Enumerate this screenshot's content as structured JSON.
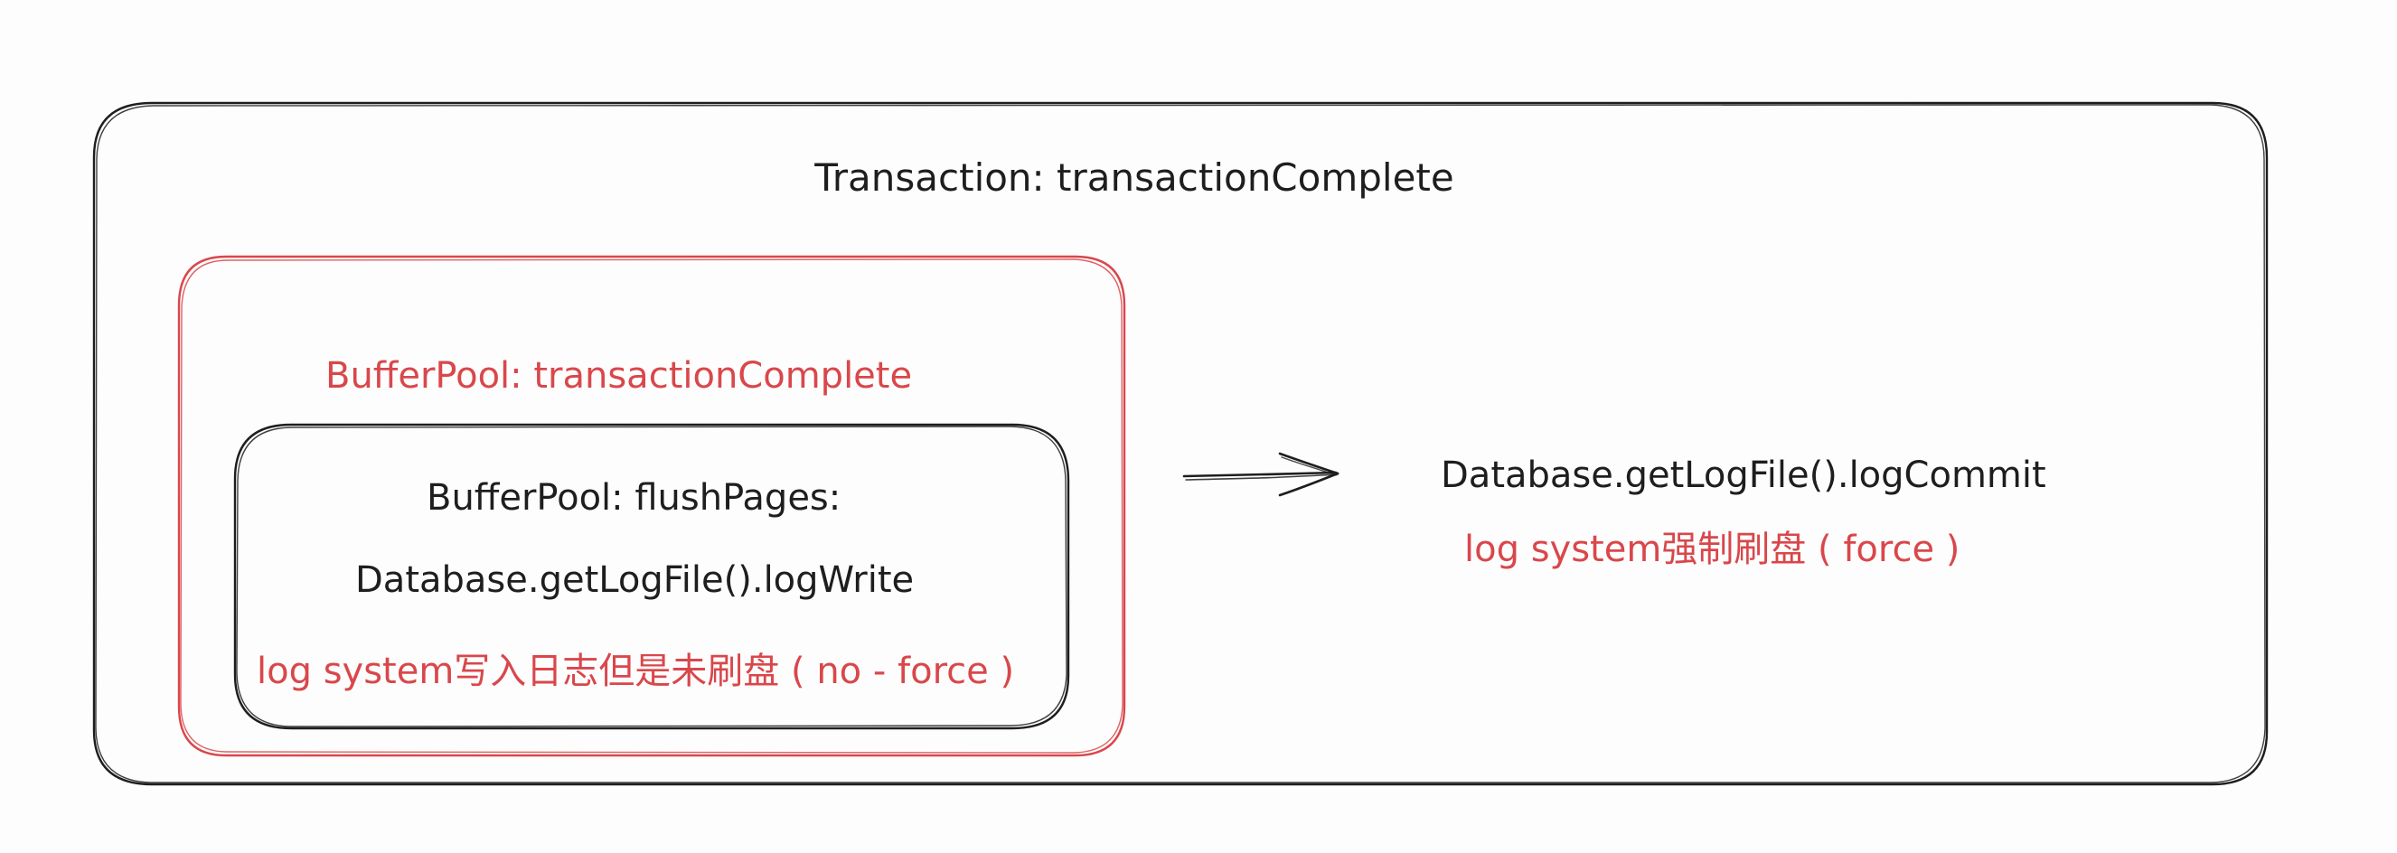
{
  "diagram": {
    "outer": {
      "title": "Transaction: transactionComplete"
    },
    "bufferpool": {
      "title": "BufferPool: transactionComplete",
      "flush": {
        "title": "BufferPool: flushPages:",
        "call": "Database.getLogFile().logWrite",
        "note": "log system写入日志但是未刷盘 ( no - force )"
      }
    },
    "commit": {
      "call": "Database.getLogFile().logCommit",
      "note": "log system强制刷盘 ( force )"
    },
    "colors": {
      "stroke": "#1e1e1e",
      "accent": "#d9474b",
      "background": "#fdfdfd"
    }
  }
}
